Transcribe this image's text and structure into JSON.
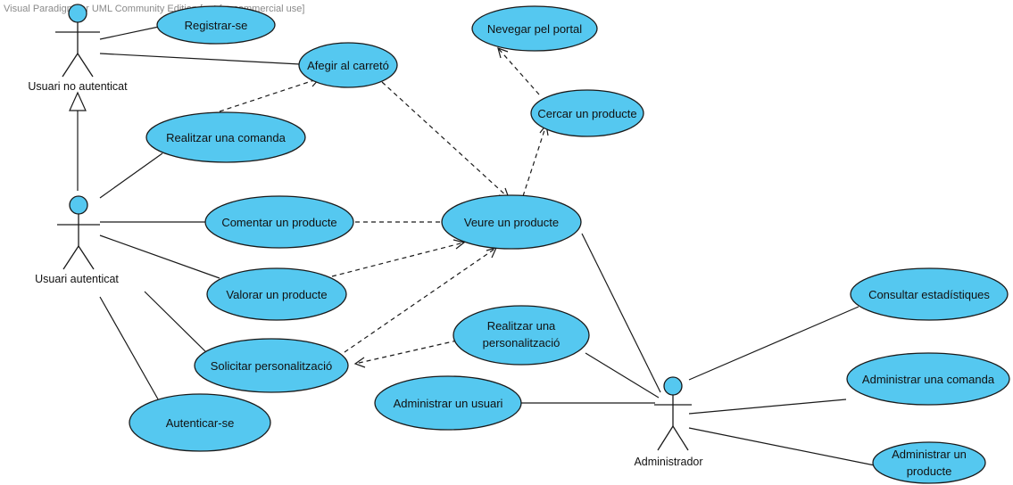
{
  "watermark": "Visual Paradigm for UML Community Edition [not for commercial use]",
  "actors": {
    "non_auth": "Usuari no autenticat",
    "auth": "Usuari autenticat",
    "admin": "Administrador"
  },
  "use_cases": {
    "registrar": "Registrar-se",
    "afegir": "Afegir al carretó",
    "navegar": "Nevegar pel portal",
    "cercar": "Cercar un producte",
    "realitzar_comanda": "Realitzar una comanda",
    "comentar": "Comentar un producte",
    "veure": "Veure un producte",
    "valorar": "Valorar un producte",
    "realitzar_pers_1": "Realitzar una",
    "realitzar_pers_2": "personalització",
    "solicitar": "Solicitar personalització",
    "autenticar": "Autenticar-se",
    "admin_usuari": "Administrar un usuari",
    "consultar": "Consultar estadístiques",
    "admin_comanda": "Administrar una comanda",
    "admin_producte_1": "Administrar un",
    "admin_producte_2": "producte"
  }
}
